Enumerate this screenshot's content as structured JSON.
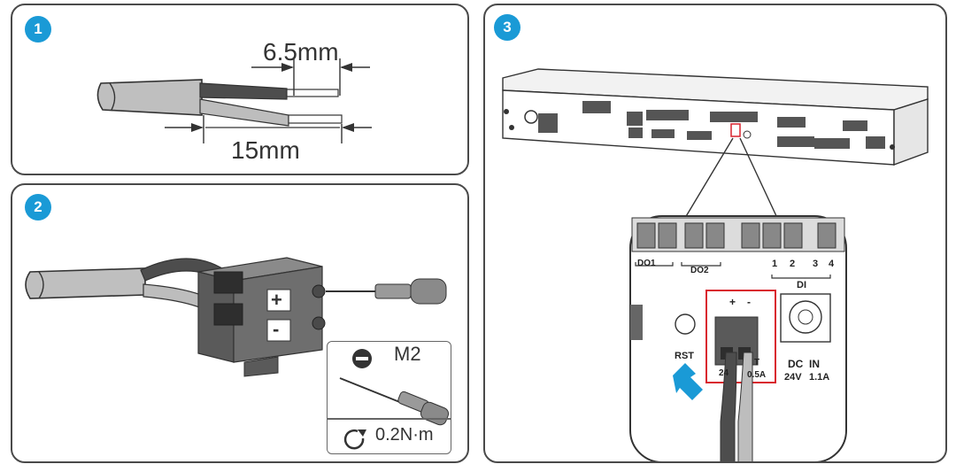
{
  "steps": {
    "step1": {
      "badge": "1",
      "dim_short": "6.5mm",
      "dim_long": "15mm"
    },
    "step2": {
      "badge": "2",
      "terminal_plus": "+",
      "terminal_minus": "-",
      "screwdriver_size": "M2",
      "torque": "0.2N·m"
    },
    "step3": {
      "badge": "3",
      "labels": {
        "do1": "DO1",
        "do2": "DO2",
        "di": "DI",
        "di_1": "1",
        "di_2": "2",
        "di_3": "3",
        "di_4": "4",
        "plus": "+",
        "minus": "-",
        "rst": "RST",
        "dc": "DC",
        "in": "IN",
        "v24": "24V",
        "a11": "1.1A",
        "a05": "0.5A",
        "v24_partial": "24",
        "t_partial": "T"
      }
    }
  },
  "colors": {
    "badge": "#1a9ad6",
    "highlight": "#d9232e",
    "arrow": "#1a9ad6",
    "wire_dark": "#4d4d4d",
    "wire_light": "#bdbdbd",
    "terminal": "#5a5a5a"
  }
}
